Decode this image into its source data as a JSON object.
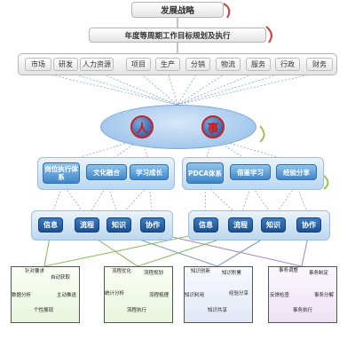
{
  "top": {
    "strategy": "发展战略",
    "plan": "年度等周期工作目标规划及执行"
  },
  "departments": [
    "市场",
    "研发",
    "人力资源",
    "项目",
    "生产",
    "分销",
    "物流",
    "服务",
    "行政",
    "财务"
  ],
  "core": {
    "people": "人",
    "affairs": "事"
  },
  "people_systems": [
    "岗位执行体系",
    "文化融合",
    "学习成长"
  ],
  "affairs_systems": [
    "PDCA体系",
    "借鉴学习",
    "经验分享"
  ],
  "elements_left": [
    "信息",
    "流程",
    "知识",
    "协作"
  ],
  "elements_right": [
    "信息",
    "流程",
    "知识",
    "协作"
  ],
  "cycles": [
    {
      "nodes": [
        "针对要求",
        "自动获取",
        "主动推送",
        "个性展现",
        "数据分析"
      ],
      "color": "#8dc26f"
    },
    {
      "nodes": [
        "流程优化",
        "流程规划",
        "流程梳理",
        "流程执行",
        "统计分析"
      ],
      "color": "#8dc26f"
    },
    {
      "nodes": [
        "知识创新",
        "知识积累",
        "经验分享",
        "知识共享",
        "知识利用"
      ],
      "color": "#7e9ccc"
    },
    {
      "nodes": [
        "事务调整",
        "事务制定",
        "事务分解",
        "事务执行",
        "反馈检查"
      ],
      "color": "#b08fc4"
    }
  ],
  "colors": {
    "accent": "#2f6fad",
    "circle_border": "#cf1f1f",
    "green_link": "#8bbf6a",
    "purple_link": "#a98cc5"
  }
}
